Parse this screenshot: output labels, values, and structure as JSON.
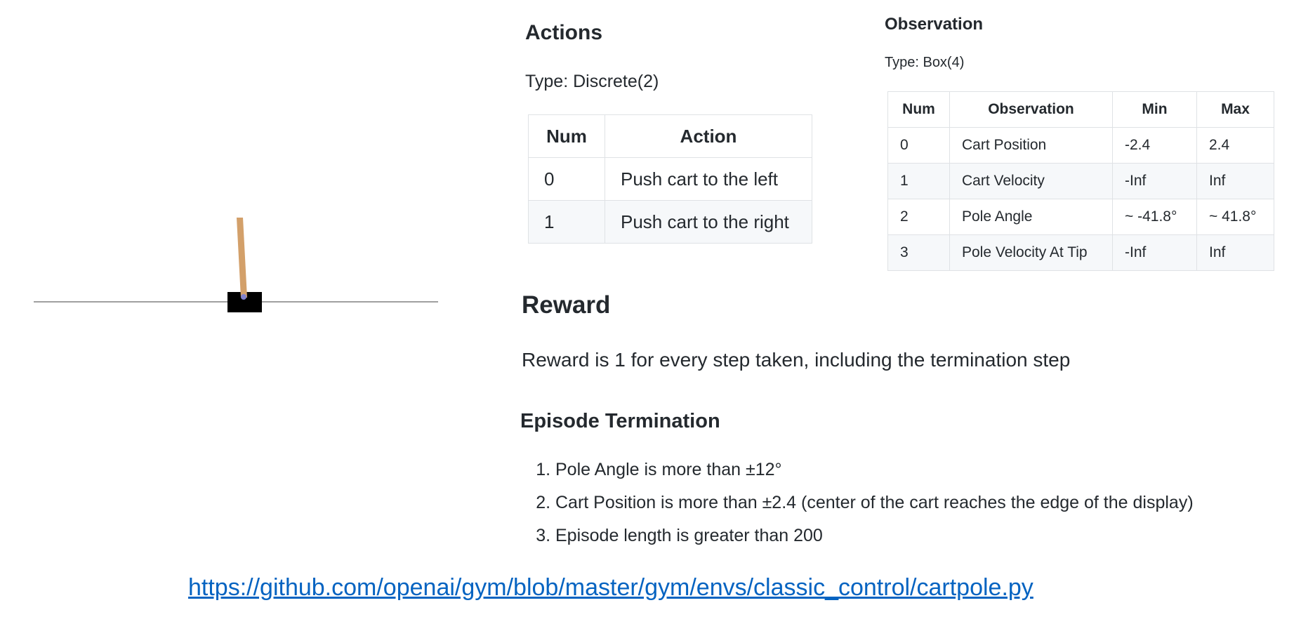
{
  "actions": {
    "heading": "Actions",
    "type_line": "Type: Discrete(2)",
    "columns": [
      "Num",
      "Action"
    ],
    "rows": [
      [
        "0",
        "Push cart to the left"
      ],
      [
        "1",
        "Push cart to the right"
      ]
    ]
  },
  "observation": {
    "heading": "Observation",
    "type_line": "Type: Box(4)",
    "columns": [
      "Num",
      "Observation",
      "Min",
      "Max"
    ],
    "rows": [
      [
        "0",
        "Cart Position",
        "-2.4",
        "2.4"
      ],
      [
        "1",
        "Cart Velocity",
        "-Inf",
        "Inf"
      ],
      [
        "2",
        "Pole Angle",
        "~ -41.8°",
        "~ 41.8°"
      ],
      [
        "3",
        "Pole Velocity At Tip",
        "-Inf",
        "Inf"
      ]
    ]
  },
  "reward": {
    "heading": "Reward",
    "text": "Reward is 1 for every step taken, including the termination step"
  },
  "termination": {
    "heading": "Episode Termination",
    "items": [
      "Pole Angle is more than ±12°",
      "Cart Position is more than ±2.4 (center of the cart reaches the edge of the display)",
      "Episode length is greater than 200"
    ]
  },
  "link": "https://github.com/openai/gym/blob/master/gym/envs/classic_control/cartpole.py",
  "colors": {
    "pole": "#d3a06a",
    "cart": "#000000",
    "axle": "#8181cc",
    "track": "#808080",
    "link": "#0563c1"
  }
}
